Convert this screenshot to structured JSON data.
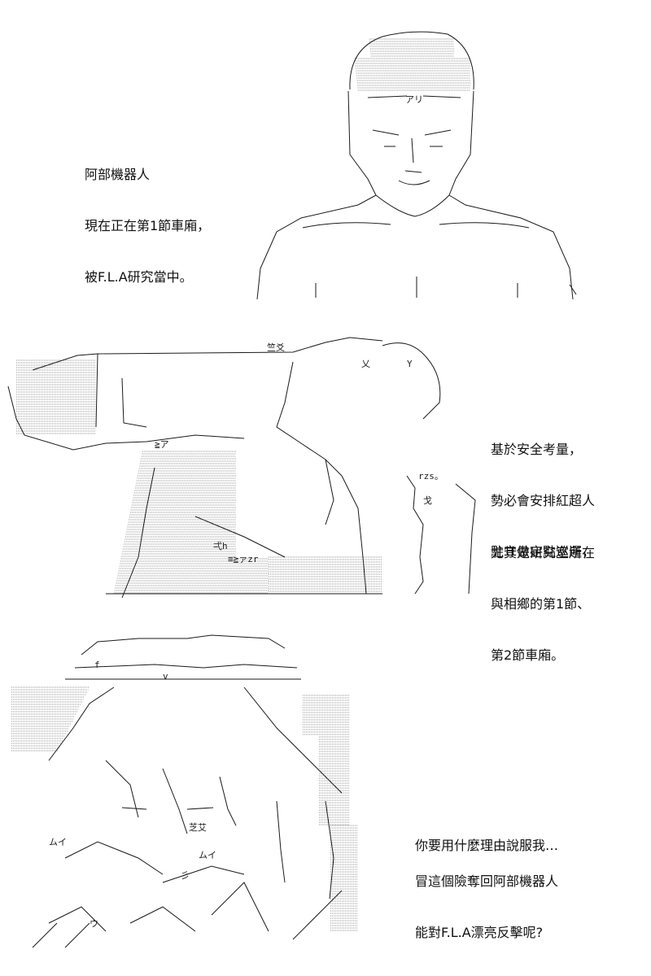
{
  "panels": [
    {
      "caption": [
        "阿部機器人",
        "現在正在第1節車廂，",
        "被F.L.A研究當中。"
      ],
      "art_text": [
        "アリ"
      ]
    },
    {
      "caption_a": [
        "基於安全考量，",
        "勢必會安排紅超人",
        "駐守做定點巡邏，"
      ],
      "caption_b": [
        "尤其是研究室所在",
        "與相鄉的第1節、",
        "第2節車廂。"
      ],
      "art_text": [
        "竺爻",
        "乂",
        "Y",
        "≧ア",
        "弌h",
        "≡≧ァzr",
        "rzs。",
        "戈"
      ]
    },
    {
      "caption_a": [
        "你要用什麼理由說服我…"
      ],
      "caption_b": [
        "冒這個險奪回阿部機器人",
        "能對F.L.A漂亮反擊呢?"
      ],
      "art_text": [
        "f",
        "v",
        "芝艾",
        "ムイ",
        "彡",
        "ウ"
      ]
    }
  ],
  "colors": {
    "background": "#ffffff",
    "ink": "#1a1a1a",
    "hatch": "#6a6a6a"
  }
}
